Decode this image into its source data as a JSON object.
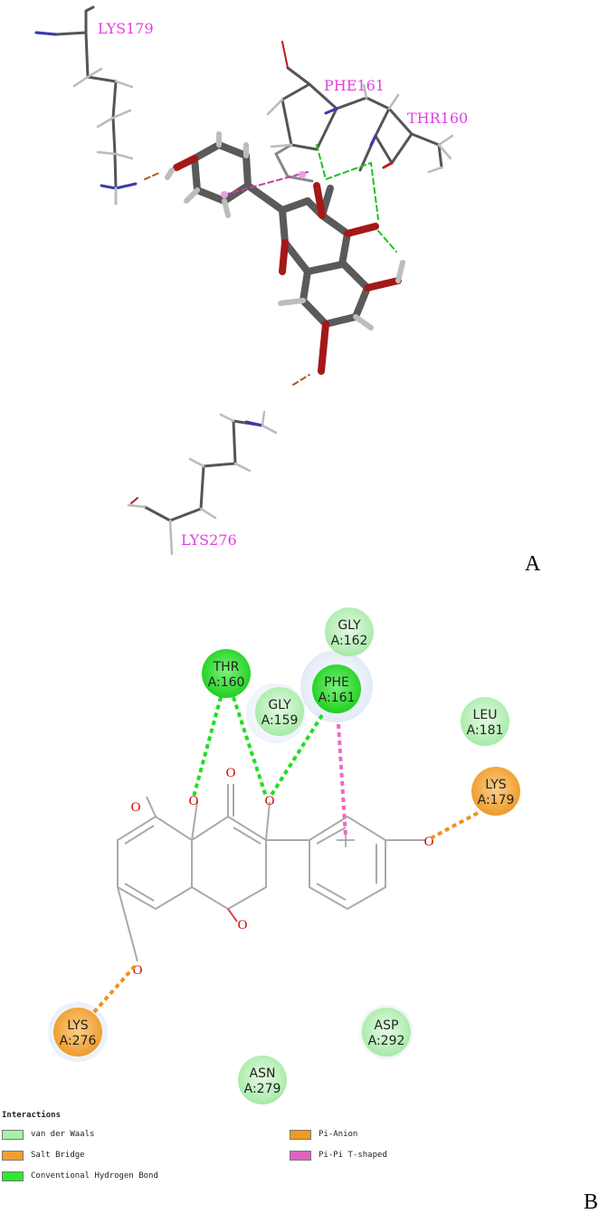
{
  "panel_a": {
    "letter": "A",
    "residues": [
      "LYS179",
      "PHE161",
      "THR160",
      "LYS276"
    ]
  },
  "panel_b": {
    "letter": "B",
    "residues": [
      {
        "id": "gly162",
        "name": "GLY",
        "num": "A:162",
        "type": "vdw"
      },
      {
        "id": "thr160",
        "name": "THR",
        "num": "A:160",
        "type": "hbond"
      },
      {
        "id": "gly159",
        "name": "GLY",
        "num": "A:159",
        "type": "vdw"
      },
      {
        "id": "phe161",
        "name": "PHE",
        "num": "A:161",
        "type": "hbond"
      },
      {
        "id": "leu181",
        "name": "LEU",
        "num": "A:181",
        "type": "vdw"
      },
      {
        "id": "lys179",
        "name": "LYS",
        "num": "A:179",
        "type": "salt"
      },
      {
        "id": "lys276",
        "name": "LYS",
        "num": "A:276",
        "type": "salt"
      },
      {
        "id": "asp292",
        "name": "ASP",
        "num": "A:292",
        "type": "vdw"
      },
      {
        "id": "asn279",
        "name": "ASN",
        "num": "A:279",
        "type": "vdw"
      }
    ],
    "atom_labels": [
      "O",
      "O",
      "O",
      "O",
      "O",
      "O"
    ]
  },
  "legend": {
    "title": "Interactions",
    "items": [
      {
        "label": "van der Waals",
        "color": "#a8f0a8"
      },
      {
        "label": "Salt Bridge",
        "color": "#f0a030"
      },
      {
        "label": "Conventional Hydrogen Bond",
        "color": "#2ee82e"
      },
      {
        "label": "Pi-Anion",
        "color": "#f09a20"
      },
      {
        "label": "Pi-Pi T-shaped",
        "color": "#e060c0"
      }
    ]
  },
  "colors": {
    "vdw": "#b8f2b8",
    "hbond": "#34e034",
    "salt": "#f0a840",
    "hbond_line": "#22dd22",
    "salt_line": "#f0901e",
    "pi_line": "#f068c8",
    "residue_label_3d": "#e040e0"
  }
}
